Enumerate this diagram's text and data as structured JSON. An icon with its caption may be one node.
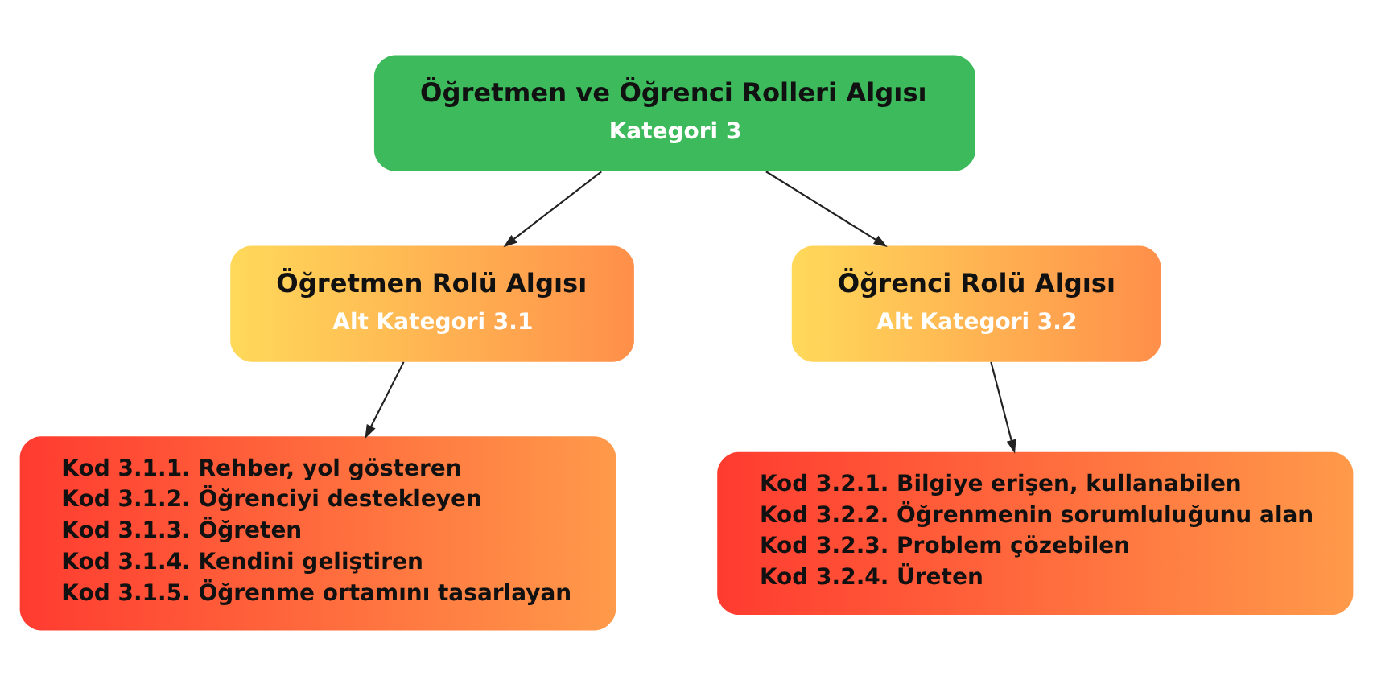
{
  "diagram": {
    "nodes": [
      {
        "text": [
          "Öğretmen ve Öğrenci Rolleri Algısı",
          "Kategori 3"
        ]
      },
      {
        "text": [
          "Öğretmen Rolü Algısı",
          "Alt Kategori 3.1"
        ]
      },
      {
        "text": [
          "Öğrenci Rolü Algısı",
          "Alt Kategori 3.2"
        ]
      },
      {
        "text": [
          "Kod 3.1.1. Rehber, yol gösteren",
          "Kod 3.1.2. Öğrenciyi destekleyen",
          "Kod 3.1.3. Öğreten",
          "Kod 3.1.4. Kendini geliştiren",
          "Kod 3.1.5. Öğrenme ortamını tasarlayan"
        ]
      },
      {
        "text": [
          "Kod 3.2.1. Bilgiye erişen, kullanabilen",
          "Kod 3.2.2. Öğrenmenin sorumluluğunu alan",
          "Kod 3.2.3. Problem çözebilen",
          "Kod 3.2.4. Üreten"
        ]
      }
    ],
    "edges": [
      {
        "from": 0,
        "to": 1,
        "arrow": "to"
      },
      {
        "from": 0,
        "to": 2,
        "arrow": "to"
      },
      {
        "from": 1,
        "to": 3,
        "arrow": "to"
      },
      {
        "from": 2,
        "to": 4,
        "arrow": "to"
      }
    ]
  }
}
